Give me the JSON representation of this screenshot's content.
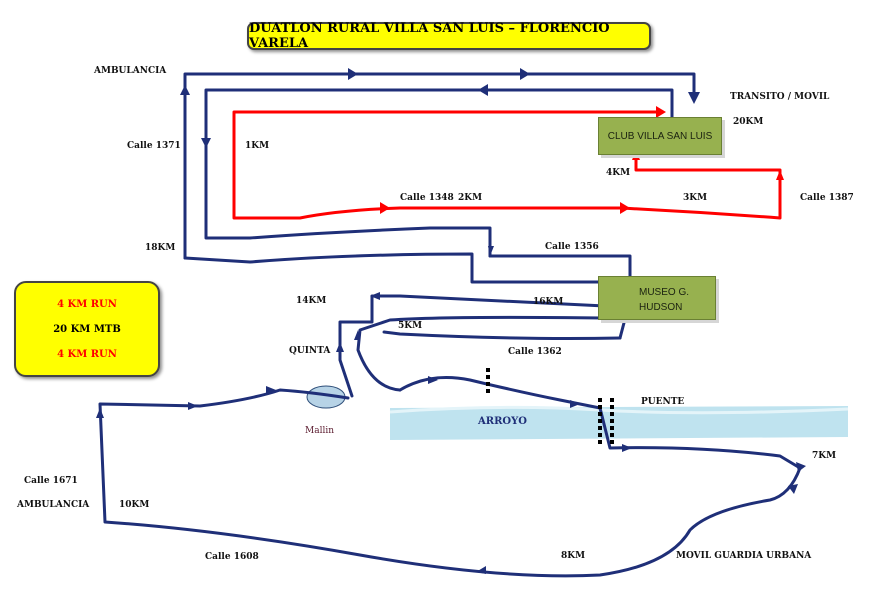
{
  "title": "DUATLON RURAL VILLA SAN LUIS – FLORENCIO VARELA",
  "legend": {
    "lines": [
      {
        "text": "4 KM RUN",
        "color": "#ff0000"
      },
      {
        "text": "20 KM MTB",
        "color": "#000000"
      },
      {
        "text": "4 KM RUN",
        "color": "#ff0000"
      }
    ]
  },
  "places": {
    "club": "CLUB VILLA SAN LUIS",
    "museo_line1": "MUSEO G.",
    "museo_line2": "HUDSON",
    "arroyo": "ARROYO",
    "mallin": "Mallin"
  },
  "labels": {
    "ambulancia_top": "AMBULANCIA",
    "transito": "TRANSITO / MOVIL",
    "calle_1371": "Calle 1371",
    "km1": "1KM",
    "km20": "20KM",
    "km4": "4KM",
    "calle_1348": "Calle 1348",
    "km2": "2KM",
    "km3": "3KM",
    "calle_1387": "Calle 1387",
    "km18": "18KM",
    "calle_1356": "Calle 1356",
    "km14": "14KM",
    "km16": "16KM",
    "km5": "5KM",
    "quinta": "QUINTA",
    "calle_1362": "Calle 1362",
    "puente": "PUENTE",
    "km7": "7KM",
    "calle_1671": "Calle 1671",
    "ambulancia_bottom": "AMBULANCIA",
    "km10": "10KM",
    "calle_1608": "Calle 1608",
    "km8": "8KM",
    "movil_guardia": "MOVIL GUARDIA URBANA"
  },
  "colors": {
    "mtb_route": "#1f2f78",
    "run_route": "#ff0000",
    "water": "#bfe3ef",
    "mallin_fill": "#b7d3e6",
    "box_yellow": "#ffff00",
    "box_green": "#97b14f"
  }
}
